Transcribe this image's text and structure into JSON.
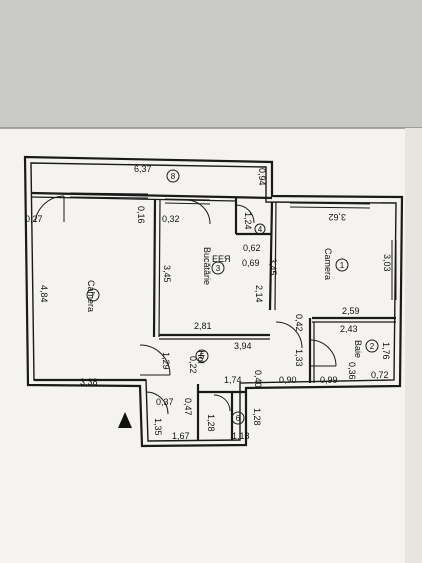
{
  "dimensions": [
    {
      "id": "d-637",
      "text": "6,37"
    },
    {
      "id": "d-094",
      "text": "0,94"
    },
    {
      "id": "d-027",
      "text": "0,27"
    },
    {
      "id": "d-016",
      "text": "0,16"
    },
    {
      "id": "d-032",
      "text": "0,32"
    },
    {
      "id": "d-124",
      "text": "1,24"
    },
    {
      "id": "d-062",
      "text": "0,62"
    },
    {
      "id": "d-069",
      "text": "0,69"
    },
    {
      "id": "d-362",
      "text": "3,62"
    },
    {
      "id": "d-303",
      "text": "3,03"
    },
    {
      "id": "d-345a",
      "text": "3,45"
    },
    {
      "id": "d-345b",
      "text": "3,45"
    },
    {
      "id": "d-214",
      "text": "2,14"
    },
    {
      "id": "d-484",
      "text": "4,84"
    },
    {
      "id": "d-259",
      "text": "2,59"
    },
    {
      "id": "d-243",
      "text": "2,43"
    },
    {
      "id": "d-281",
      "text": "2,81"
    },
    {
      "id": "d-042",
      "text": "0,42"
    },
    {
      "id": "d-394",
      "text": "3,94"
    },
    {
      "id": "d-176",
      "text": "1,76"
    },
    {
      "id": "d-133",
      "text": "1,33"
    },
    {
      "id": "d-036",
      "text": "0,36"
    },
    {
      "id": "d-129",
      "text": "1,29"
    },
    {
      "id": "d-022",
      "text": "0,22"
    },
    {
      "id": "d-174",
      "text": "1,74"
    },
    {
      "id": "d-040",
      "text": "0,40"
    },
    {
      "id": "d-090",
      "text": "0,90"
    },
    {
      "id": "d-099",
      "text": "0,99"
    },
    {
      "id": "d-072",
      "text": "0,72"
    },
    {
      "id": "d-338",
      "text": "3,38"
    },
    {
      "id": "d-037",
      "text": "0,37"
    },
    {
      "id": "d-047",
      "text": "0,47"
    },
    {
      "id": "d-135",
      "text": "1,35"
    },
    {
      "id": "d-128a",
      "text": "1,28"
    },
    {
      "id": "d-128b",
      "text": "1,28"
    },
    {
      "id": "d-167",
      "text": "1,67"
    },
    {
      "id": "d-118",
      "text": "1,18"
    }
  ],
  "rooms": [
    {
      "id": "room-camera-1",
      "number": "1",
      "name": "Camera"
    },
    {
      "id": "room-baie",
      "number": "2",
      "name": "Baie"
    },
    {
      "id": "room-bucatarie",
      "number": "3",
      "name": "Bucătărie"
    },
    {
      "id": "room-4",
      "number": "4",
      "name": ""
    },
    {
      "id": "room-hol",
      "number": "5",
      "name": "Hol"
    },
    {
      "id": "room-6",
      "number": "6",
      "name": ""
    },
    {
      "id": "room-camera-7",
      "number": "7",
      "name": "Camera"
    },
    {
      "id": "room-8",
      "number": "8",
      "name": ""
    }
  ],
  "watermark": "ЕЕЯ",
  "colors": {
    "paper": "#f4f3ef",
    "ink": "#1a1a1a",
    "background": "#cfcfcb"
  },
  "icons": [
    "entrance-arrow-icon"
  ]
}
